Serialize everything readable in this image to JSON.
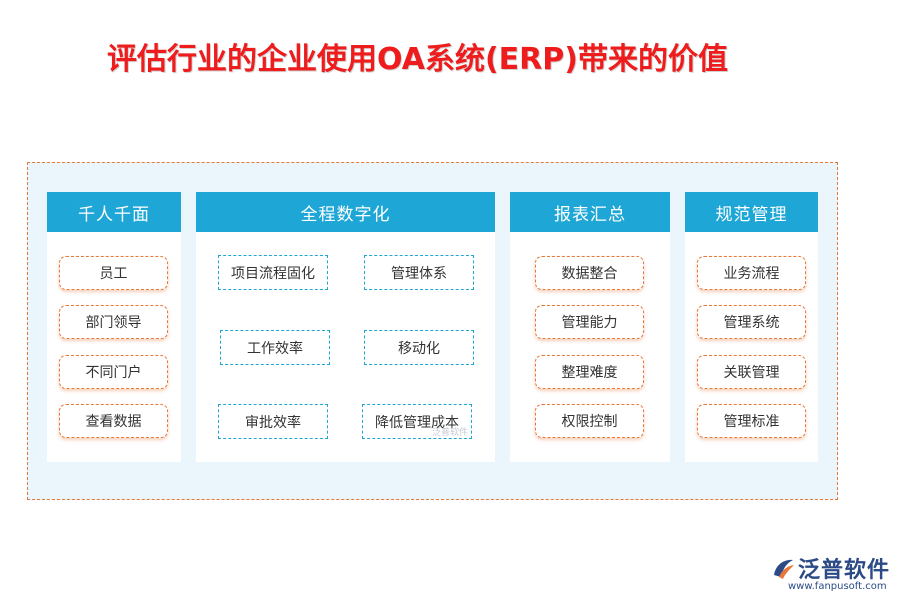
{
  "title": "评估行业的企业使用OA系统(ERP)带来的价值",
  "colors": {
    "title": "#ee1c1c",
    "header": "#1ea7d6",
    "frame_border": "#e8783a",
    "frame_background": "#eaf6fc"
  },
  "panels": [
    {
      "header": "千人千面",
      "items": [
        "员工",
        "部门领导",
        "不同门户",
        "查看数据"
      ]
    },
    {
      "header": "全程数字化",
      "items": [
        "项目流程固化",
        "管理体系",
        "工作效率",
        "移动化",
        "审批效率",
        "降低管理成本"
      ]
    },
    {
      "header": "报表汇总",
      "items": [
        "数据整合",
        "管理能力",
        "整理难度",
        "权限控制"
      ]
    },
    {
      "header": "规范管理",
      "items": [
        "业务流程",
        "管理系统",
        "关联管理",
        "管理标准"
      ]
    }
  ],
  "watermark": "泛普软件",
  "brand": {
    "name": "泛普软件",
    "url": "www.fanpusoft.com",
    "icon": "fanpu-logo-icon"
  }
}
